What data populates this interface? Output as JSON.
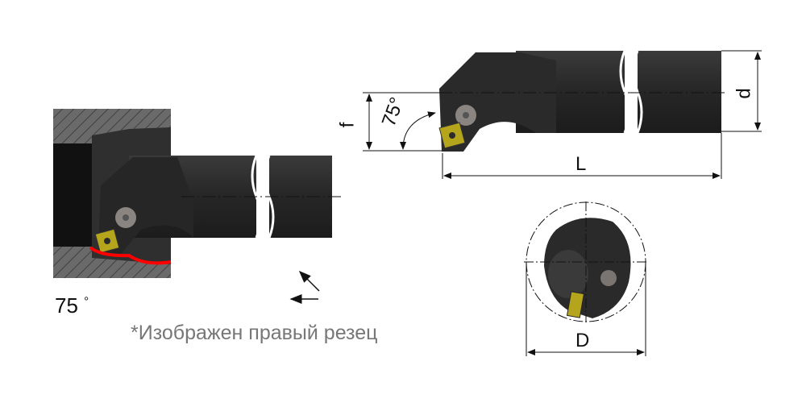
{
  "left_view": {
    "angle_label": "75",
    "degree_sign": "°"
  },
  "note": "*Изображен правый резец",
  "dimensions": {
    "f": "f",
    "angle": "75°",
    "L": "L",
    "d": "d",
    "D": "D"
  },
  "colors": {
    "body": "#2b2b2b",
    "insert": "#b5a51c",
    "cut_line": "#ff0000",
    "hatch": "#6a6a6a"
  }
}
